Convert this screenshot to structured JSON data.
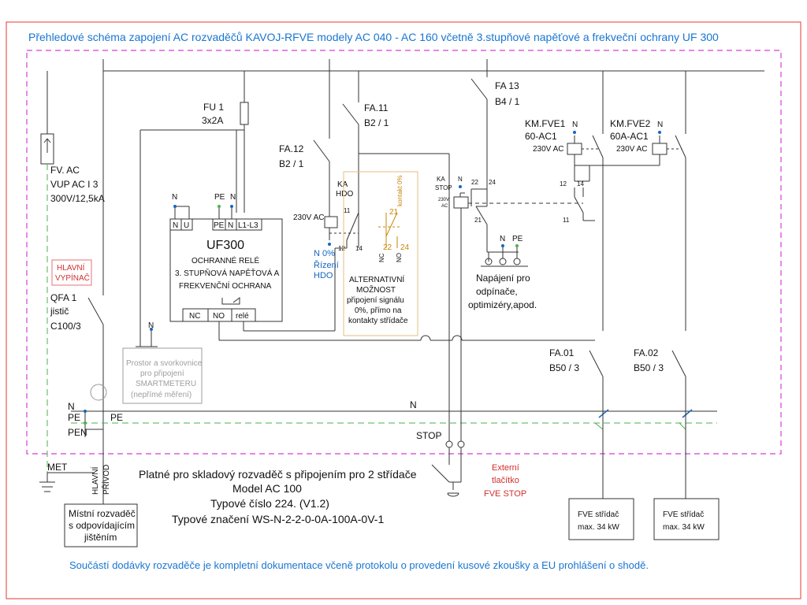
{
  "header": {
    "title": "Přehledové schéma zapojení AC rozvaděčů KAVOJ-RFVE modely AC 040 - AC 160 včetně 3.stupňové napěťové a frekveční ochrany UF 300"
  },
  "footer": {
    "note": "Součástí dodávky rozvaděče je kompletní dokumentace včeně protokolu o provedení kusové zkoušky a EU prohlášení o shodě."
  },
  "surge": {
    "l1": "FV. AC",
    "l2": "VUP AC I 3",
    "l3": "300V/12,5kA"
  },
  "main_switch": {
    "tag1": "HLAVNÍ",
    "tag2": "VYPÍNAČ",
    "l1": "QFA 1",
    "l2": "jistič",
    "l3": "C100/3"
  },
  "fu1": {
    "l1": "FU 1",
    "l2": "3x2A"
  },
  "uf300": {
    "title": "UF300",
    "d1": "OCHRANNÉ RELÉ",
    "d2": "3. STUPŇOVÁ NAPĚŤOVÁ A",
    "d3": "FREKVENČNÍ OCHRANA",
    "t_n": "N",
    "t_u": "U",
    "t_pe": "PE",
    "t_n2": "N",
    "t_l": "L1-L3",
    "t_nc": "NC",
    "t_no": "NO",
    "t_rele": "relé",
    "top_n": "N",
    "top_pe": "PE",
    "top_n2": "N"
  },
  "fa12": {
    "l1": "FA.12",
    "l2": "B2 / 1"
  },
  "fa11": {
    "l1": "FA.11",
    "l2": "B2 / 1"
  },
  "ka_hdo": {
    "l1": "KA",
    "l2": "HDO",
    "coil": "230V AC",
    "t11": "11",
    "t12": "12",
    "t14": "14",
    "n0": "N  0%",
    "rizeni": "Řízení",
    "hdo": "HDO"
  },
  "alt": {
    "kontakt": "kontakt 0%",
    "t21": "21",
    "t22": "22",
    "t24": "24",
    "nc": "NC",
    "no": "NO",
    "l1": "ALTERNATIVNÍ",
    "l2": "MOŽNOST",
    "l3": "připojení signálu",
    "l4": "0%, přímo na",
    "l5": "kontakty střídače"
  },
  "fa13": {
    "l1": "FA 13",
    "l2": "B4 / 1"
  },
  "ka_stop": {
    "l1": "KA",
    "l2": "STOP",
    "n": "N",
    "coil1": "230V",
    "coil2": "AC",
    "t22": "22",
    "t24": "24",
    "t21": "21"
  },
  "supply": {
    "n": "N",
    "pe": "PE",
    "l1": "Napájení pro",
    "l2": "odpínače,",
    "l3": "optimizéry,apod."
  },
  "km1": {
    "l1": "KM.FVE1",
    "n": "N",
    "l2": "60-AC1",
    "coil": "230V AC",
    "t12": "12",
    "t14": "14",
    "t11": "11"
  },
  "km2": {
    "l1": "KM.FVE2",
    "n": "N",
    "l2": "60A-AC1",
    "coil": "230V AC"
  },
  "smart": {
    "n": "N",
    "l1": "Prostor a svorkovnice",
    "l2": "pro připojení",
    "l3": "SMARTMETERU",
    "l4": "(nepřímé měření)"
  },
  "bus": {
    "n_left": "N",
    "pe_left": "PE",
    "pen": "PEN",
    "pe": "PE",
    "n_mid": "N",
    "stop": "STOP",
    "met": "MET"
  },
  "feed": {
    "hlavni": "HLAVNÍ",
    "privod": "PŘÍVOD"
  },
  "local_board": {
    "l1": "Místní rozvaděč",
    "l2": "s odpovídajícím",
    "l3": "jištěním"
  },
  "model_info": {
    "l1": "Platné pro skladový rozvaděč s připojením pro 2 střídače",
    "l2": "Model AC 100",
    "l3": "Typové číslo 224. (V1.2)",
    "l4": "Typové značení WS-N-2-2-0-0A-100A-0V-1"
  },
  "ext_stop": {
    "l1": "Externí",
    "l2": "tlačítko",
    "l3": "FVE STOP"
  },
  "fa01": {
    "l1": "FA.01",
    "l2": "B50 / 3"
  },
  "fa02": {
    "l1": "FA.02",
    "l2": "B50 / 3"
  },
  "inv1": {
    "l1": "FVE střídač",
    "l2": "max. 34 kW"
  },
  "inv2": {
    "l1": "FVE střídač",
    "l2": "max. 34 kW"
  },
  "colors": {
    "frame_red": "#e53935",
    "enclosure_magenta": "#d63fd6",
    "title_blue": "#1976d2",
    "pe_green": "#4caf50",
    "alt_orange": "#c8860a"
  }
}
